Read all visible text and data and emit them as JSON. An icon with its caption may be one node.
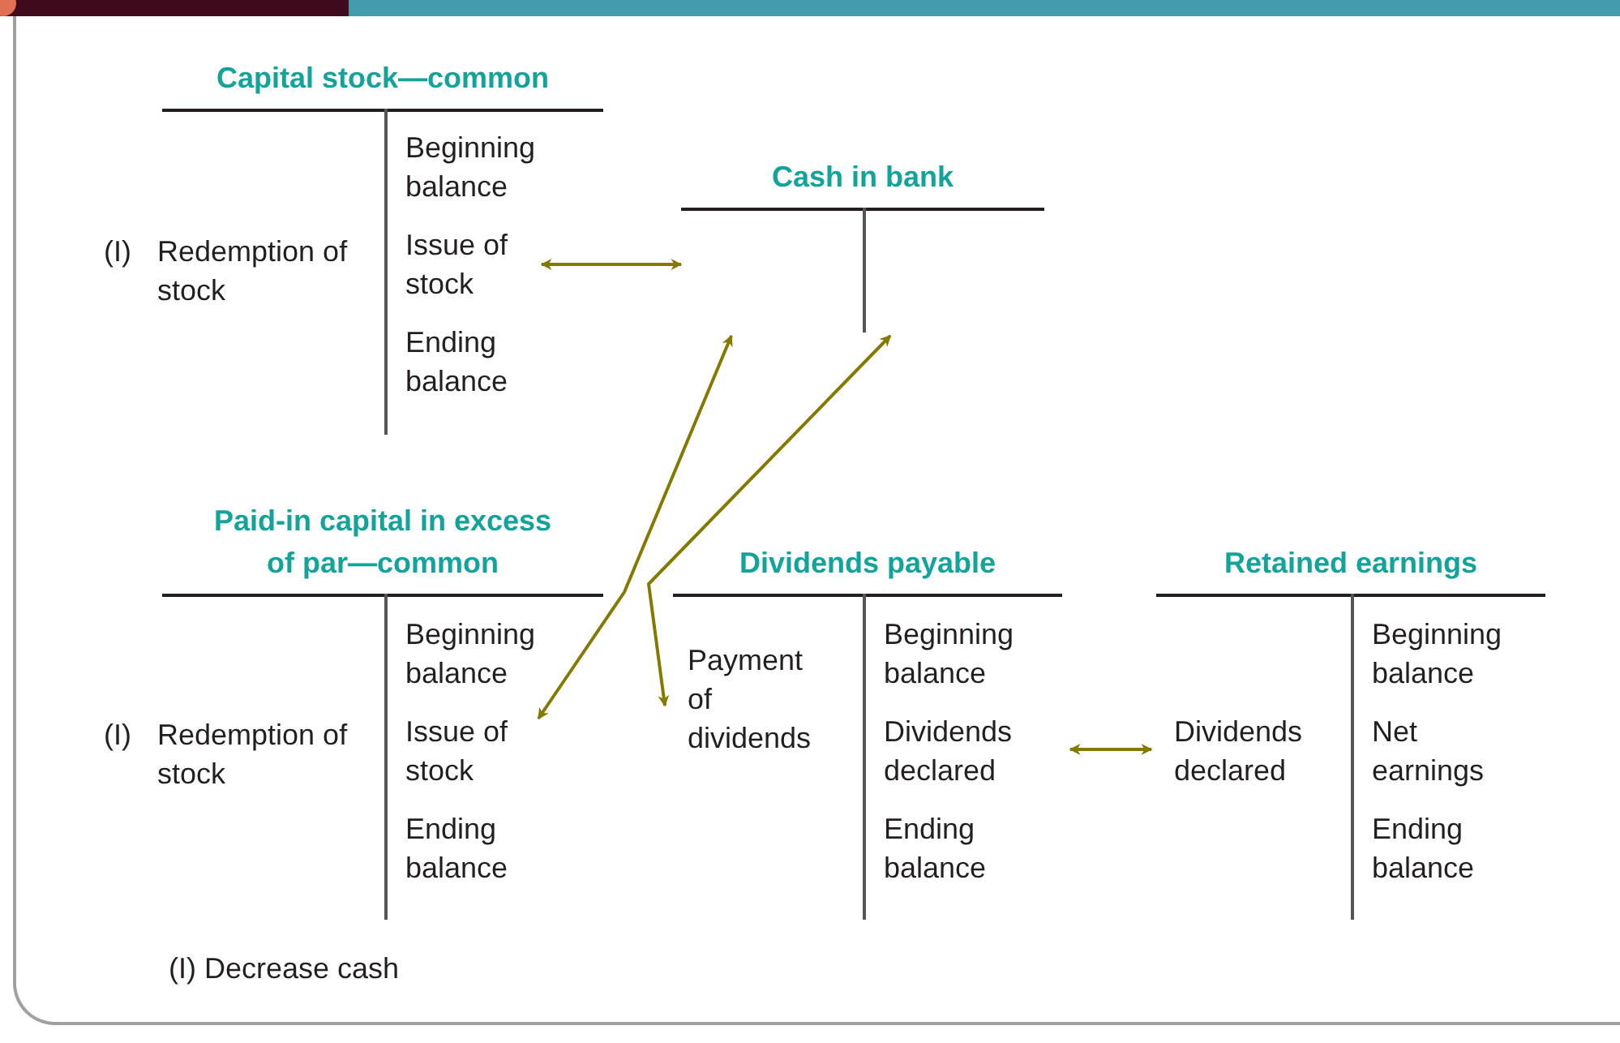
{
  "diagram": {
    "nodes": [
      {
        "text": [
          "Capital stock—common"
        ]
      },
      {
        "text": [
          "(I)",
          "Redemption of stock"
        ],
        "in": 0
      },
      {
        "text": [
          "Beginning balance"
        ],
        "in": 0
      },
      {
        "text": [
          "Issue of stock"
        ],
        "in": 0
      },
      {
        "text": [
          "Ending balance"
        ],
        "in": 0
      },
      {
        "text": [
          "Cash in bank"
        ]
      },
      {
        "text": [
          "Paid-in capital in excess of par—common"
        ]
      },
      {
        "text": [
          "(I)",
          "Redemption of stock"
        ],
        "in": 6
      },
      {
        "text": [
          "Beginning balance"
        ],
        "in": 6
      },
      {
        "text": [
          "Issue of stock"
        ],
        "in": 6
      },
      {
        "text": [
          "Ending balance"
        ],
        "in": 6
      },
      {
        "text": [
          "Dividends payable"
        ]
      },
      {
        "text": [
          "Payment of dividends"
        ],
        "in": 11
      },
      {
        "text": [
          "Beginning balance"
        ],
        "in": 11
      },
      {
        "text": [
          "Dividends declared"
        ],
        "in": 11
      },
      {
        "text": [
          "Ending balance"
        ],
        "in": 11
      },
      {
        "text": [
          "Retained earnings"
        ]
      },
      {
        "text": [
          "Dividends declared"
        ],
        "in": 16
      },
      {
        "text": [
          "Beginning balance"
        ],
        "in": 16
      },
      {
        "text": [
          "Net earnings"
        ],
        "in": 16
      },
      {
        "text": [
          "Ending balance"
        ],
        "in": 16
      }
    ],
    "edges": [
      {
        "from": 3,
        "to": 5,
        "arrow": "both"
      },
      {
        "from": 9,
        "to": 5,
        "arrow": "both"
      },
      {
        "from": 12,
        "to": 5,
        "arrow": "both"
      },
      {
        "from": 14,
        "to": 17,
        "arrow": "both"
      }
    ],
    "labels": [
      "(I) Decrease cash"
    ]
  }
}
